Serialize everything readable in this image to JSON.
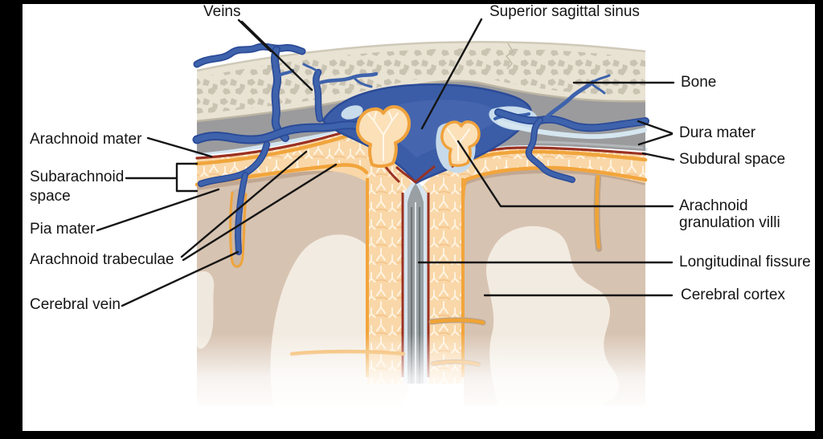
{
  "figure": {
    "labels": {
      "veins": "Veins",
      "superior_sagittal_sinus": "Superior sagittal sinus",
      "bone": "Bone",
      "dura_mater": "Dura mater",
      "subdural_space": "Subdural space",
      "arachnoid_granulation_villi": "Arachnoid\ngranulation villi",
      "longitudinal_fissure": "Longitudinal fissure",
      "cerebral_cortex": "Cerebral cortex",
      "arachnoid_mater": "Arachnoid mater",
      "subarachnoid_space": "Subarachnoid\nspace",
      "pia_mater": "Pia mater",
      "arachnoid_trabeculae": "Arachnoid trabeculae",
      "cerebral_vein": "Cerebral vein"
    },
    "colors": {
      "frame": "#000000",
      "background": "#ffffff",
      "bone_fill": "#e9e3d4",
      "bone_speckle": "#c9c3b2",
      "dura_gray": "#9b9b9d",
      "subdural_blue": "#d2e4f0",
      "arachnoid_red": "#9a3122",
      "subarachnoid_peach": "#f9d7a8",
      "pia_orange": "#f2a53c",
      "vein_blue": "#3e63ac",
      "vein_outline": "#2b4b98",
      "sinus_blue": "#3b5da7",
      "cortex_tan": "#d7c3b1",
      "gyri_light": "#f2ebe1",
      "label_text": "#151515"
    }
  }
}
